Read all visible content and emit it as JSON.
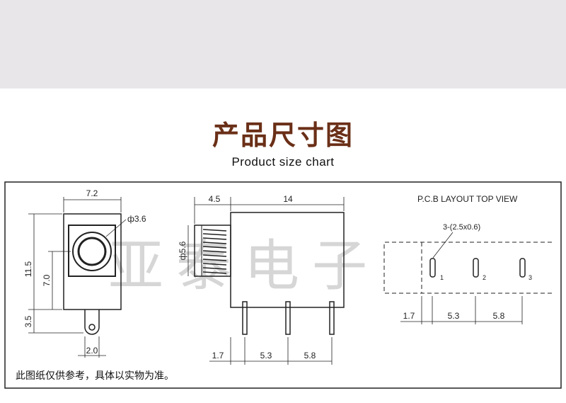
{
  "header": {
    "title_cn": "产品尺寸图",
    "title_en": "Product size chart"
  },
  "front_view": {
    "width_label": "7.2",
    "hole_dia_label": "ф3.6",
    "height_label": "11.5",
    "center_label": "7.0",
    "tab_height_label": "3.5",
    "tab_width_label": "2.0"
  },
  "side_view": {
    "thread_length_label": "4.5",
    "body_length_label": "14",
    "thread_dia_label": "ф5.6",
    "offset_label": "1.7",
    "pitch1_label": "5.3",
    "pitch2_label": "5.8"
  },
  "pcb_layout": {
    "title": "P.C.B LAYOUT   TOP VIEW",
    "slot_label": "3-(2.5x0.6)",
    "pin_labels": [
      "1",
      "2",
      "3"
    ],
    "offset_label": "1.7",
    "pitch1_label": "5.3",
    "pitch2_label": "5.8"
  },
  "watermark": "亚泰电子",
  "note": "此图纸仅供参考，具体以实物为准。",
  "colors": {
    "title": "#6a2f17",
    "band": "#e9e6ea",
    "line": "#222222"
  }
}
